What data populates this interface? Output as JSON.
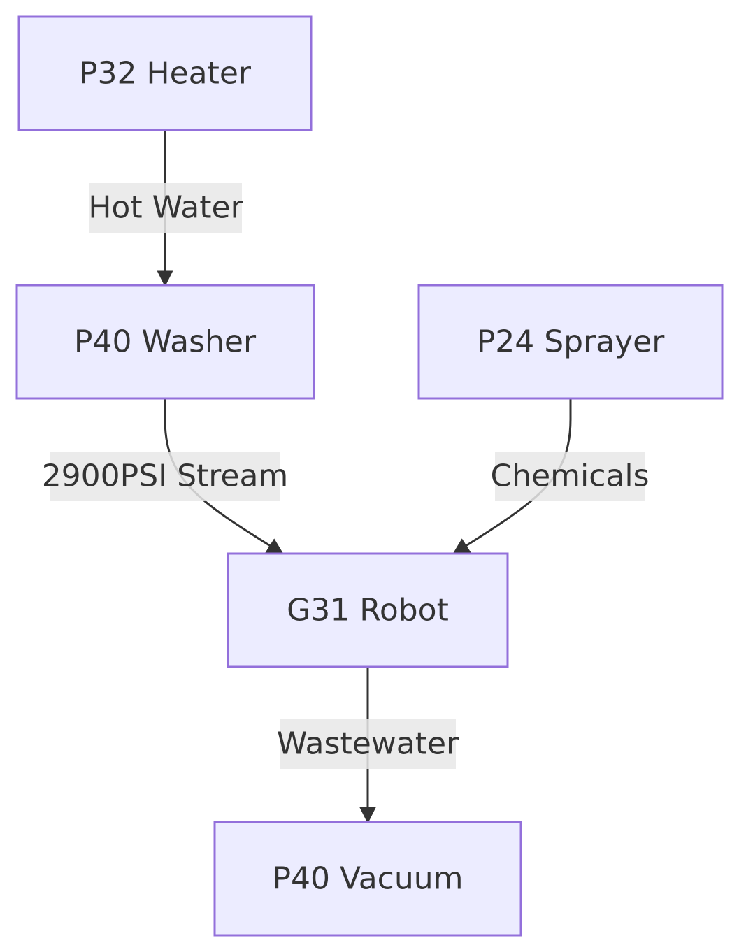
{
  "colors": {
    "node_fill": "#ececff",
    "node_stroke": "#9370db",
    "edge": "#333333",
    "edge_label_bg": "#e8e8e8",
    "text": "#333333"
  },
  "nodes": {
    "heater": {
      "label": "P32 Heater"
    },
    "washer": {
      "label": "P40 Washer"
    },
    "sprayer": {
      "label": "P24 Sprayer"
    },
    "robot": {
      "label": "G31 Robot"
    },
    "vacuum": {
      "label": "P40 Vacuum"
    }
  },
  "edges": {
    "heater_washer": {
      "from": "P32 Heater",
      "to": "P40 Washer",
      "label": "Hot Water"
    },
    "washer_robot": {
      "from": "P40 Washer",
      "to": "G31 Robot",
      "label": "2900PSI Stream"
    },
    "sprayer_robot": {
      "from": "P24 Sprayer",
      "to": "G31 Robot",
      "label": "Chemicals"
    },
    "robot_vacuum": {
      "from": "G31 Robot",
      "to": "P40 Vacuum",
      "label": "Wastewater"
    }
  }
}
